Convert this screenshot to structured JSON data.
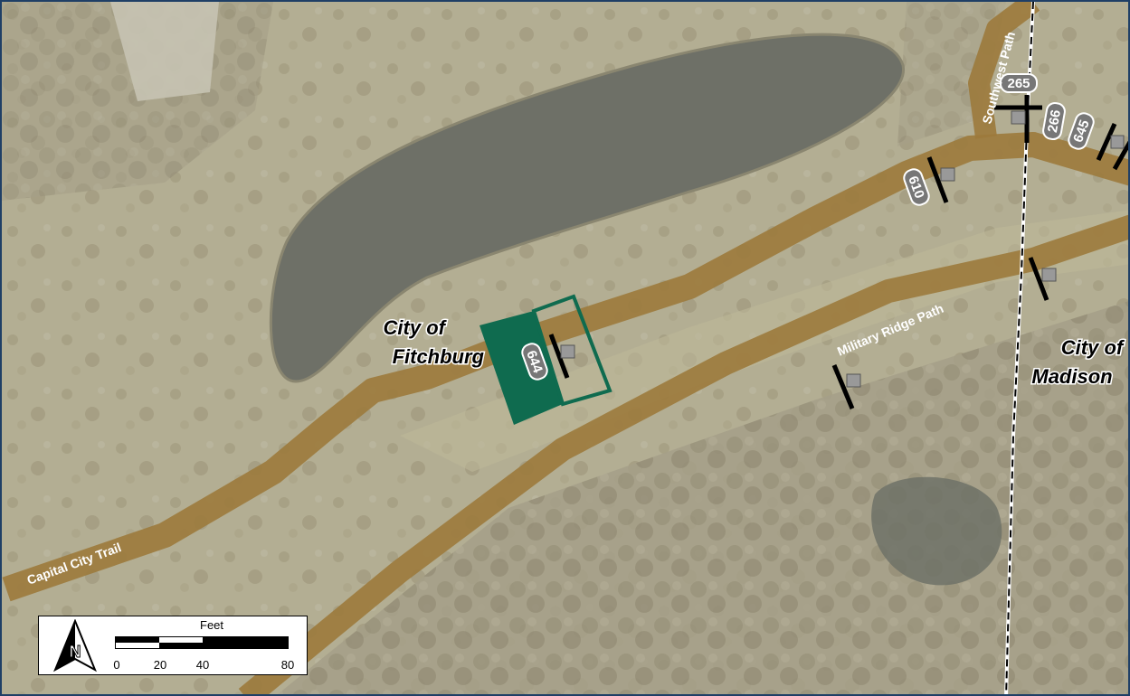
{
  "map": {
    "roads": [
      {
        "name": "Capital City Trail",
        "label": "Capital City Trail"
      },
      {
        "name": "Military Ridge Path",
        "label": "Military Ridge Path"
      },
      {
        "name": "Southwest Path",
        "label": "Southwest Path"
      }
    ],
    "city_labels": {
      "fitchburg_line1": "City of",
      "fitchburg_line2": "Fitchburg",
      "madison_line1": "City of",
      "madison_line2": "Madison"
    },
    "badges": {
      "b644": "644",
      "b610": "610",
      "b265": "265",
      "b266": "266",
      "b645": "645"
    },
    "colors": {
      "trail": "#9c7a3c",
      "highlight": "#0f6b4f",
      "badge": "#777777",
      "pond": "#6e7067"
    }
  },
  "legend": {
    "scale_title": "Feet",
    "ticks": [
      "0",
      "20",
      "40",
      "80"
    ],
    "north_letter": "N"
  }
}
